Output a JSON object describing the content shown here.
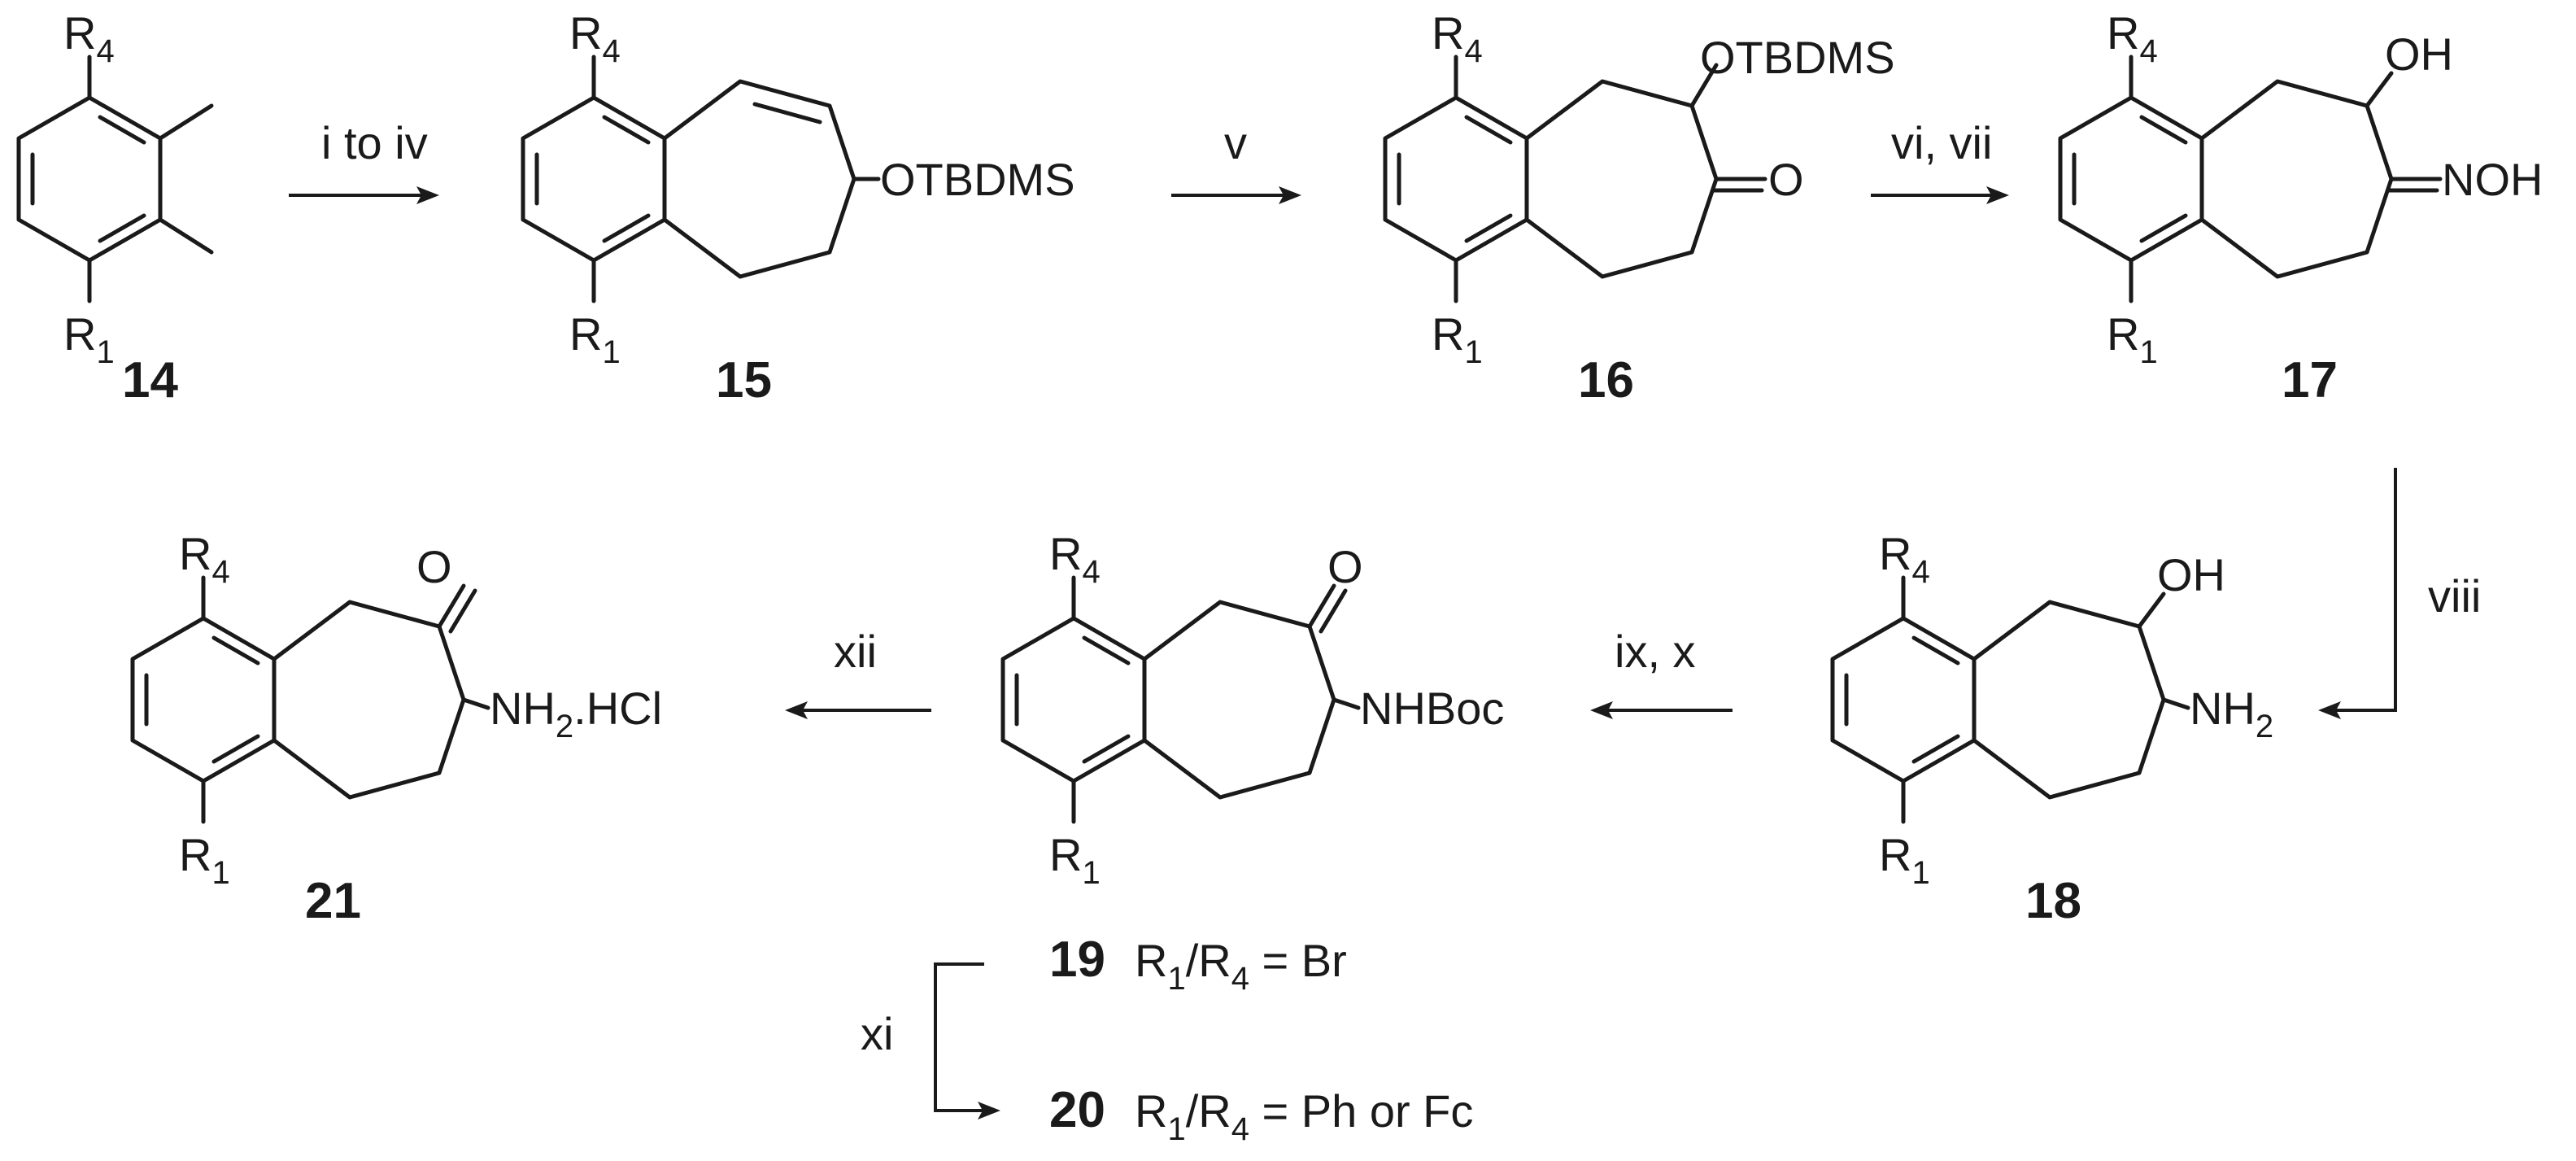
{
  "compounds": {
    "c14": {
      "number": "14",
      "r_top": "R",
      "r_top_sub": "4",
      "r_bottom": "R",
      "r_bottom_sub": "1"
    },
    "c15": {
      "number": "15",
      "r_top": "R",
      "r_top_sub": "4",
      "r_bottom": "R",
      "r_bottom_sub": "1",
      "group": "OTBDMS"
    },
    "c16": {
      "number": "16",
      "r_top": "R",
      "r_top_sub": "4",
      "r_bottom": "R",
      "r_bottom_sub": "1",
      "group_top": "OTBDMS",
      "group_right": "O"
    },
    "c17": {
      "number": "17",
      "r_top": "R",
      "r_top_sub": "4",
      "r_bottom": "R",
      "r_bottom_sub": "1",
      "group_top": "OH",
      "group_right": "NOH"
    },
    "c18": {
      "number": "18",
      "r_top": "R",
      "r_top_sub": "4",
      "r_bottom": "R",
      "r_bottom_sub": "1",
      "group_top": "OH",
      "group_right": "NH",
      "group_right_sub": "2"
    },
    "c19": {
      "r_top": "R",
      "r_top_sub": "4",
      "r_bottom": "R",
      "r_bottom_sub": "1",
      "group_top": "O",
      "group_right": "NHBoc"
    },
    "c21": {
      "number": "21",
      "r_top": "R",
      "r_top_sub": "4",
      "r_bottom": "R",
      "r_bottom_sub": "1",
      "group_top": "O",
      "group_right_a": "NH",
      "group_right_sub": "2",
      "group_right_b": ".HCl"
    }
  },
  "reagents": {
    "step1": "i to iv",
    "step2": "v",
    "step3": "vi, vii",
    "step4": "viii",
    "step5": "ix, x",
    "step6": "xii",
    "step7": "xi"
  },
  "footnotes": {
    "n19": "19",
    "n20": "20",
    "row19": {
      "r1": "R",
      "r1_sub": "1",
      "slash": "/R",
      "r4_sub": "4",
      "rest": " = Br"
    },
    "row20": {
      "r1": "R",
      "r1_sub": "1",
      "slash": "/R",
      "r4_sub": "4",
      "rest": " = Ph or Fc"
    }
  }
}
